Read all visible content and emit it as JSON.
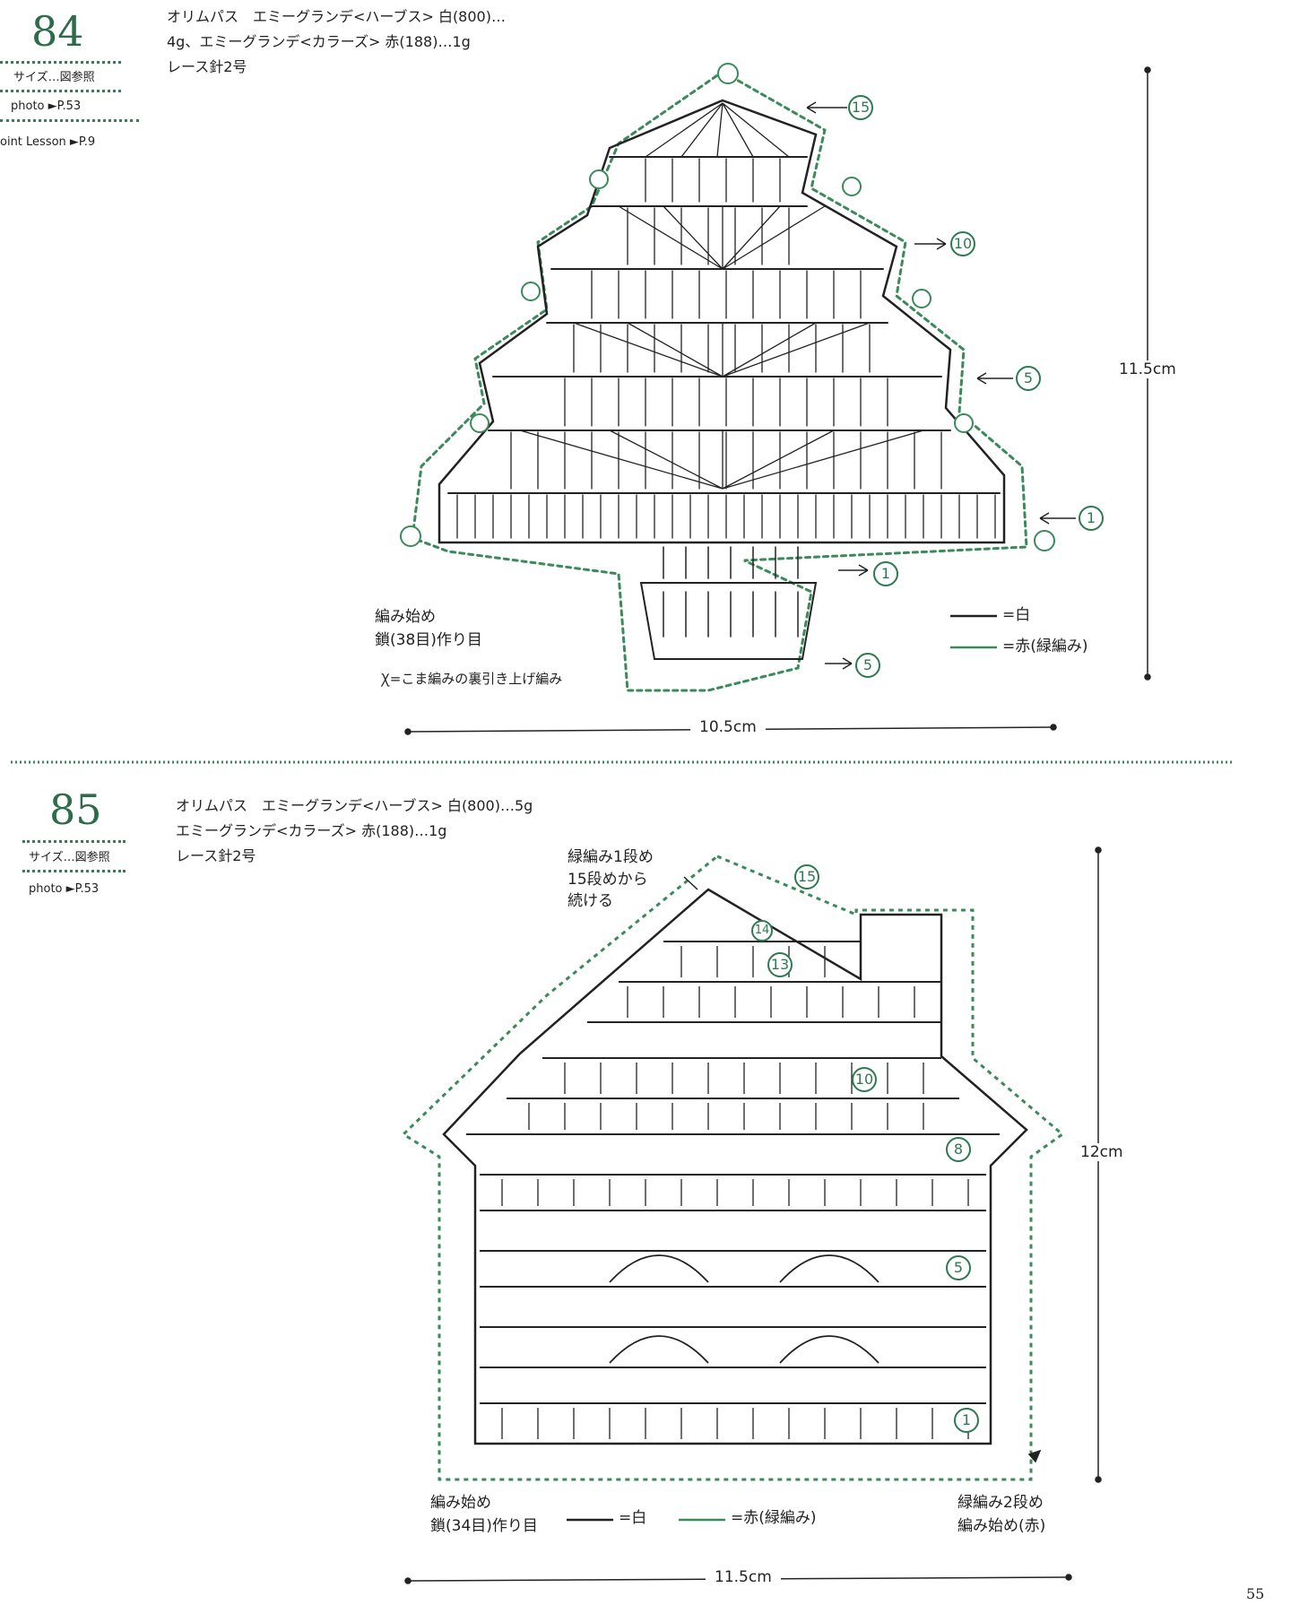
{
  "patterns": [
    {
      "number": "84",
      "size_text": "サイズ…図参照",
      "photo_text": "photo ►P.53",
      "lesson_text": "oint Lesson ►P.9",
      "materials": [
        "オリムパス　エミーグランデ<ハーブス> 白(800)…",
        "4g、エミーグランデ<カラーズ> 赤(188)…1g",
        "レース針2号"
      ],
      "start_label": [
        "編み始め",
        "鎖(38目)作り目"
      ],
      "symbol_note": "=こま編みの裏引き上げ編み",
      "legend": [
        {
          "label": "=白",
          "color": "#222222"
        },
        {
          "label": "=赤(緑編み)",
          "color": "#3a8a5a"
        }
      ],
      "row_markers": [
        "15",
        "10",
        "5",
        "1",
        "1",
        "5"
      ],
      "width_label": "10.5cm",
      "height_label": "11.5cm"
    },
    {
      "number": "85",
      "size_text": "サイズ…図参照",
      "photo_text": "photo ►P.53",
      "materials": [
        "オリムパス　エミーグランデ<ハーブス> 白(800)…5g",
        "エミーグランデ<カラーズ> 赤(188)…1g",
        "レース針2号"
      ],
      "edge_note": [
        "緑編み1段め",
        "15段めから",
        "続ける"
      ],
      "start_label": [
        "編み始め",
        "鎖(34目)作り目"
      ],
      "edge_start": [
        "緑編み2段め",
        "編み始め(赤)"
      ],
      "legend": [
        {
          "label": "=白",
          "color": "#222222"
        },
        {
          "label": "=赤(緑編み)",
          "color": "#3a8a5a"
        }
      ],
      "row_markers": [
        "15",
        "14",
        "13",
        "10",
        "8",
        "5",
        "1"
      ],
      "width_label": "11.5cm",
      "height_label": "12cm"
    }
  ],
  "page_number": "55",
  "colors": {
    "accent_green": "#2e6b4a",
    "edge_green": "#3a8a5a",
    "ink": "#222222"
  }
}
